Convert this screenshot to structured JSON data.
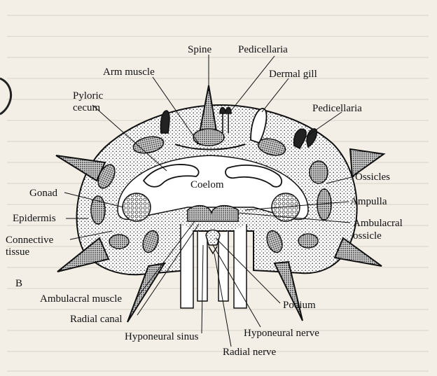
{
  "figure": {
    "panel_letter": "B",
    "labels": {
      "spine": "Spine",
      "pedicellaria_top": "Pedicellaria",
      "arm_muscle": "Arm muscle",
      "dermal_gill": "Dermal gill",
      "pyloric_cecum": [
        "Pyloric",
        "cecum"
      ],
      "pedicellaria_right": "Pedicellaria",
      "ossicles": "Ossicles",
      "coelom": "Coelom",
      "gonad": "Gonad",
      "ampulla": "Ampulla",
      "epidermis": "Epidermis",
      "ambulacral_ossicle": [
        "Ambulacral",
        "ossicle"
      ],
      "connective_tissue": [
        "Connective",
        "tissue"
      ],
      "ambulacral_muscle": "Ambulacral muscle",
      "podium": "Podium",
      "radial_canal": "Radial canal",
      "hyponeural_nerve": "Hyponeural nerve",
      "hyponeural_sinus": "Hyponeural sinus",
      "radial_nerve": "Radial nerve"
    }
  }
}
